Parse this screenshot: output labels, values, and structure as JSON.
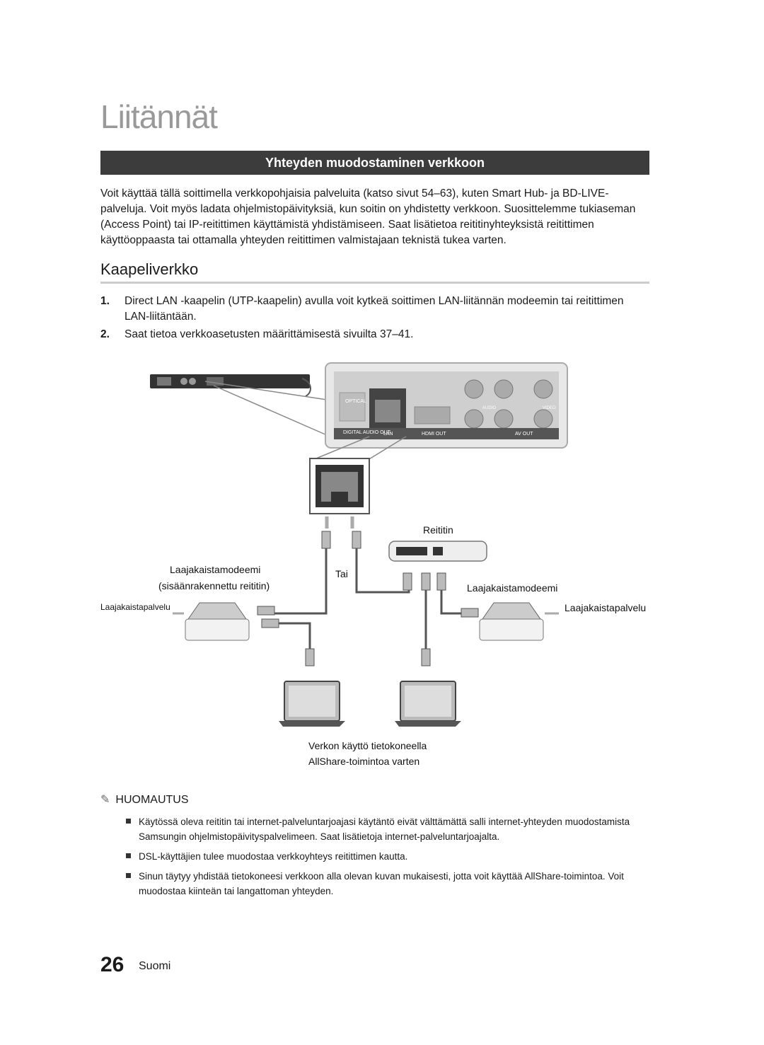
{
  "header": {
    "title": "Liitännät"
  },
  "section": {
    "heading": "Yhteyden muodostaminen verkkoon",
    "intro": "Voit käyttää tällä soittimella verkkopohjaisia palveluita (katso sivut 54–63), kuten Smart Hub- ja BD-LIVE-palveluja. Voit myös ladata ohjelmistopäivityksiä, kun soitin on yhdistetty verkkoon. Suosittelemme tukiaseman (Access Point) tai IP-reitittimen käyttämistä yhdistämiseen. Saat lisätietoa reititinyhteyksistä reitittimen käyttöoppaasta tai ottamalla yhteyden reitittimen valmistajaan teknistä tukea varten."
  },
  "subsection": {
    "heading": "Kaapeliverkko",
    "steps": [
      {
        "num": "1.",
        "text": "Direct LAN -kaapelin (UTP-kaapelin) avulla voit kytkeä soittimen LAN-liitännän modeemin tai reitittimen LAN-liitäntään."
      },
      {
        "num": "2.",
        "text": "Saat tietoa verkkoasetusten määrittämisestä sivuilta 37–41."
      }
    ]
  },
  "diagram": {
    "panel_labels": [
      "OPTICAL",
      "DIGITAL AUDIO OUT",
      "LAN",
      "HDMI OUT",
      "AV OUT",
      "AUDIO",
      "VIDEO"
    ],
    "router_label": "Reititin",
    "modem_builtin_label": "Laajakaistamodeemi",
    "modem_builtin_sub": "(sisäänrakennettu reititin)",
    "or_label": "Tai",
    "modem_label": "Laajakaistamodeemi",
    "service_left": "Laajakaistapalvelu",
    "service_right": "Laajakaistapalvelu",
    "pc_caption_1": "Verkon käyttö tietokoneella",
    "pc_caption_2": "AllShare-toimintoa varten"
  },
  "note": {
    "heading": "HUOMAUTUS",
    "items": [
      "Käytössä oleva reititin tai internet-palveluntarjoajasi käytäntö eivät välttämättä salli internet-yhteyden muodostamista Samsungin ohjelmistopäivityspalvelimeen. Saat lisätietoja internet-palveluntarjoajalta.",
      "DSL-käyttäjien tulee muodostaa verkkoyhteys reitittimen kautta.",
      "Sinun täytyy yhdistää tietokoneesi verkkoon alla olevan kuvan mukaisesti, jotta voit käyttää AllShare-toimintoa. Voit muodostaa kiinteän tai langattoman yhteyden."
    ]
  },
  "footer": {
    "page_number": "26",
    "language": "Suomi"
  }
}
